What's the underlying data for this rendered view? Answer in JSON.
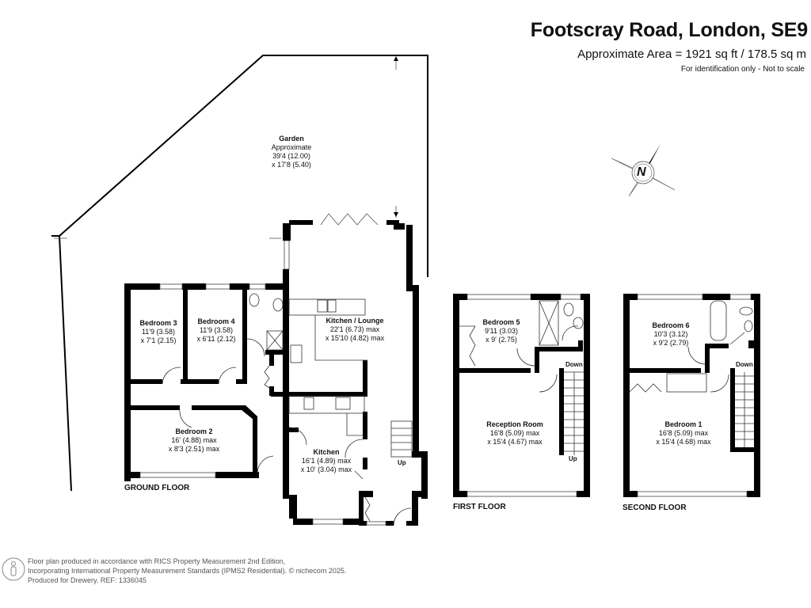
{
  "header": {
    "title": "Footscray Road, London, SE9",
    "area": "Approximate Area = 1921 sq ft / 178.5 sq m",
    "note": "For identification only - Not to scale"
  },
  "compass": {
    "icon": "north-arrow-icon",
    "label": "N"
  },
  "floors": {
    "ground": {
      "label": "GROUND FLOOR",
      "rooms": [
        {
          "name": "Garden",
          "dims": [
            "Approximate",
            "39'4 (12.00)",
            "x 17'8 (5.40)"
          ]
        },
        {
          "name": "Bedroom 3",
          "dims": [
            "11'9 (3.58)",
            "x 7'1 (2.15)"
          ]
        },
        {
          "name": "Bedroom 4",
          "dims": [
            "11'9 (3.58)",
            "x 6'11 (2.12)"
          ]
        },
        {
          "name": "Kitchen / Lounge",
          "dims": [
            "22'1 (6.73) max",
            "x 15'10 (4.82) max"
          ]
        },
        {
          "name": "Bedroom 2",
          "dims": [
            "16' (4.88) max",
            "x 8'3 (2.51) max"
          ]
        },
        {
          "name": "Kitchen",
          "dims": [
            "16'1 (4.89) max",
            "x 10' (3.04) max"
          ]
        }
      ],
      "stairs_label": "Up"
    },
    "first": {
      "label": "FIRST FLOOR",
      "rooms": [
        {
          "name": "Bedroom 5",
          "dims": [
            "9'11 (3.03)",
            "x 9' (2.75)"
          ]
        },
        {
          "name": "Reception Room",
          "dims": [
            "16'8 (5.09) max",
            "x 15'4 (4.67) max"
          ]
        }
      ],
      "stairs_down": "Down",
      "stairs_up": "Up"
    },
    "second": {
      "label": "SECOND FLOOR",
      "rooms": [
        {
          "name": "Bedroom 6",
          "dims": [
            "10'3 (3.12)",
            "x 9'2 (2.79)"
          ]
        },
        {
          "name": "Bedroom 1",
          "dims": [
            "16'8 (5.09) max",
            "x 15'4 (4.68) max"
          ]
        }
      ],
      "stairs_down": "Down"
    }
  },
  "footer": {
    "line1": "Floor plan produced in accordance with RICS Property Measurement 2nd Edition,",
    "line2": "Incorporating International Property Measurement Standards (IPMS2 Residential).   © nichecom 2025.",
    "line3": "Produced for Drewery.   REF:  1336045",
    "icon": "person-icon"
  }
}
